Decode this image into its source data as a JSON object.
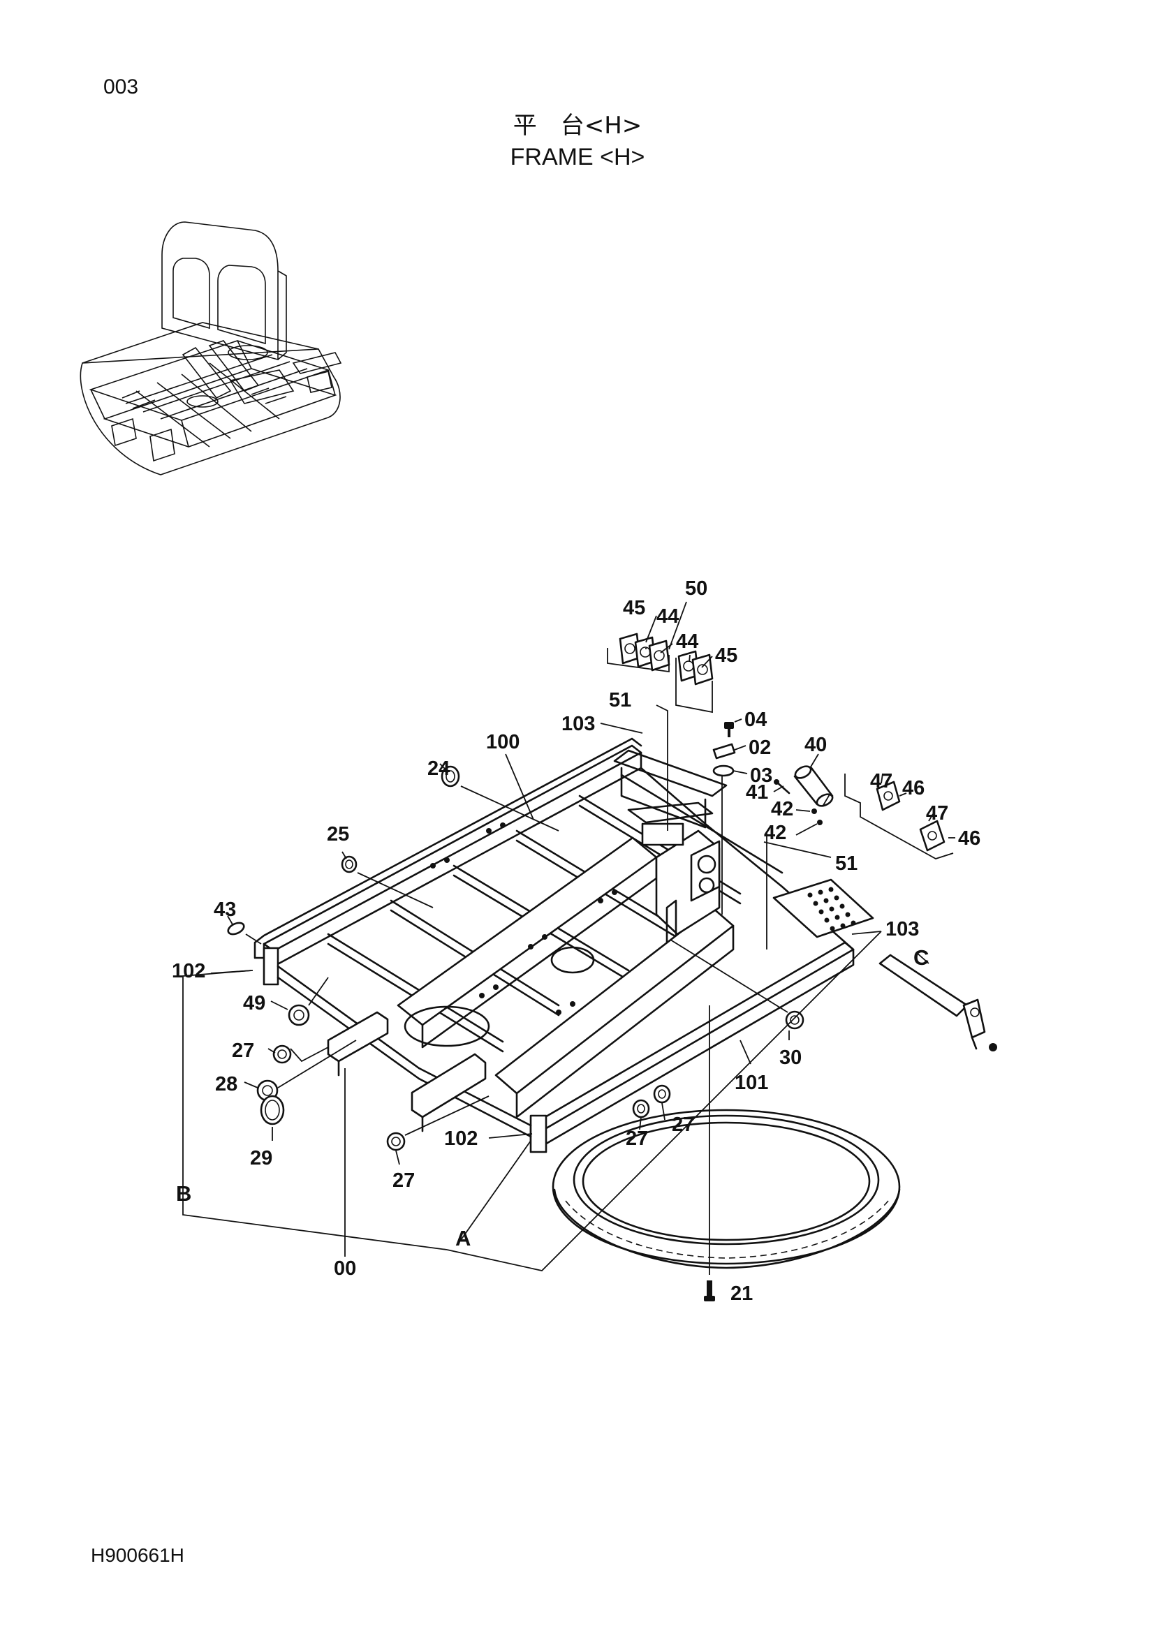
{
  "header": {
    "page_number": "003",
    "title_jp": "平　台<H>",
    "title_en": "FRAME <H>"
  },
  "footer": {
    "drawing_number": "H900661H"
  },
  "diagram": {
    "part_labels": [
      "50",
      "45",
      "44",
      "44",
      "45",
      "51",
      "103",
      "04",
      "02",
      "03",
      "40",
      "41",
      "42",
      "42",
      "47",
      "46",
      "47",
      "46",
      "51",
      "100",
      "24",
      "25",
      "43",
      "102",
      "49",
      "27",
      "28",
      "29",
      "103",
      "30",
      "101",
      "27",
      "27",
      "102",
      "27",
      "21",
      "00"
    ],
    "reference_letters": [
      "A",
      "B",
      "C"
    ]
  }
}
